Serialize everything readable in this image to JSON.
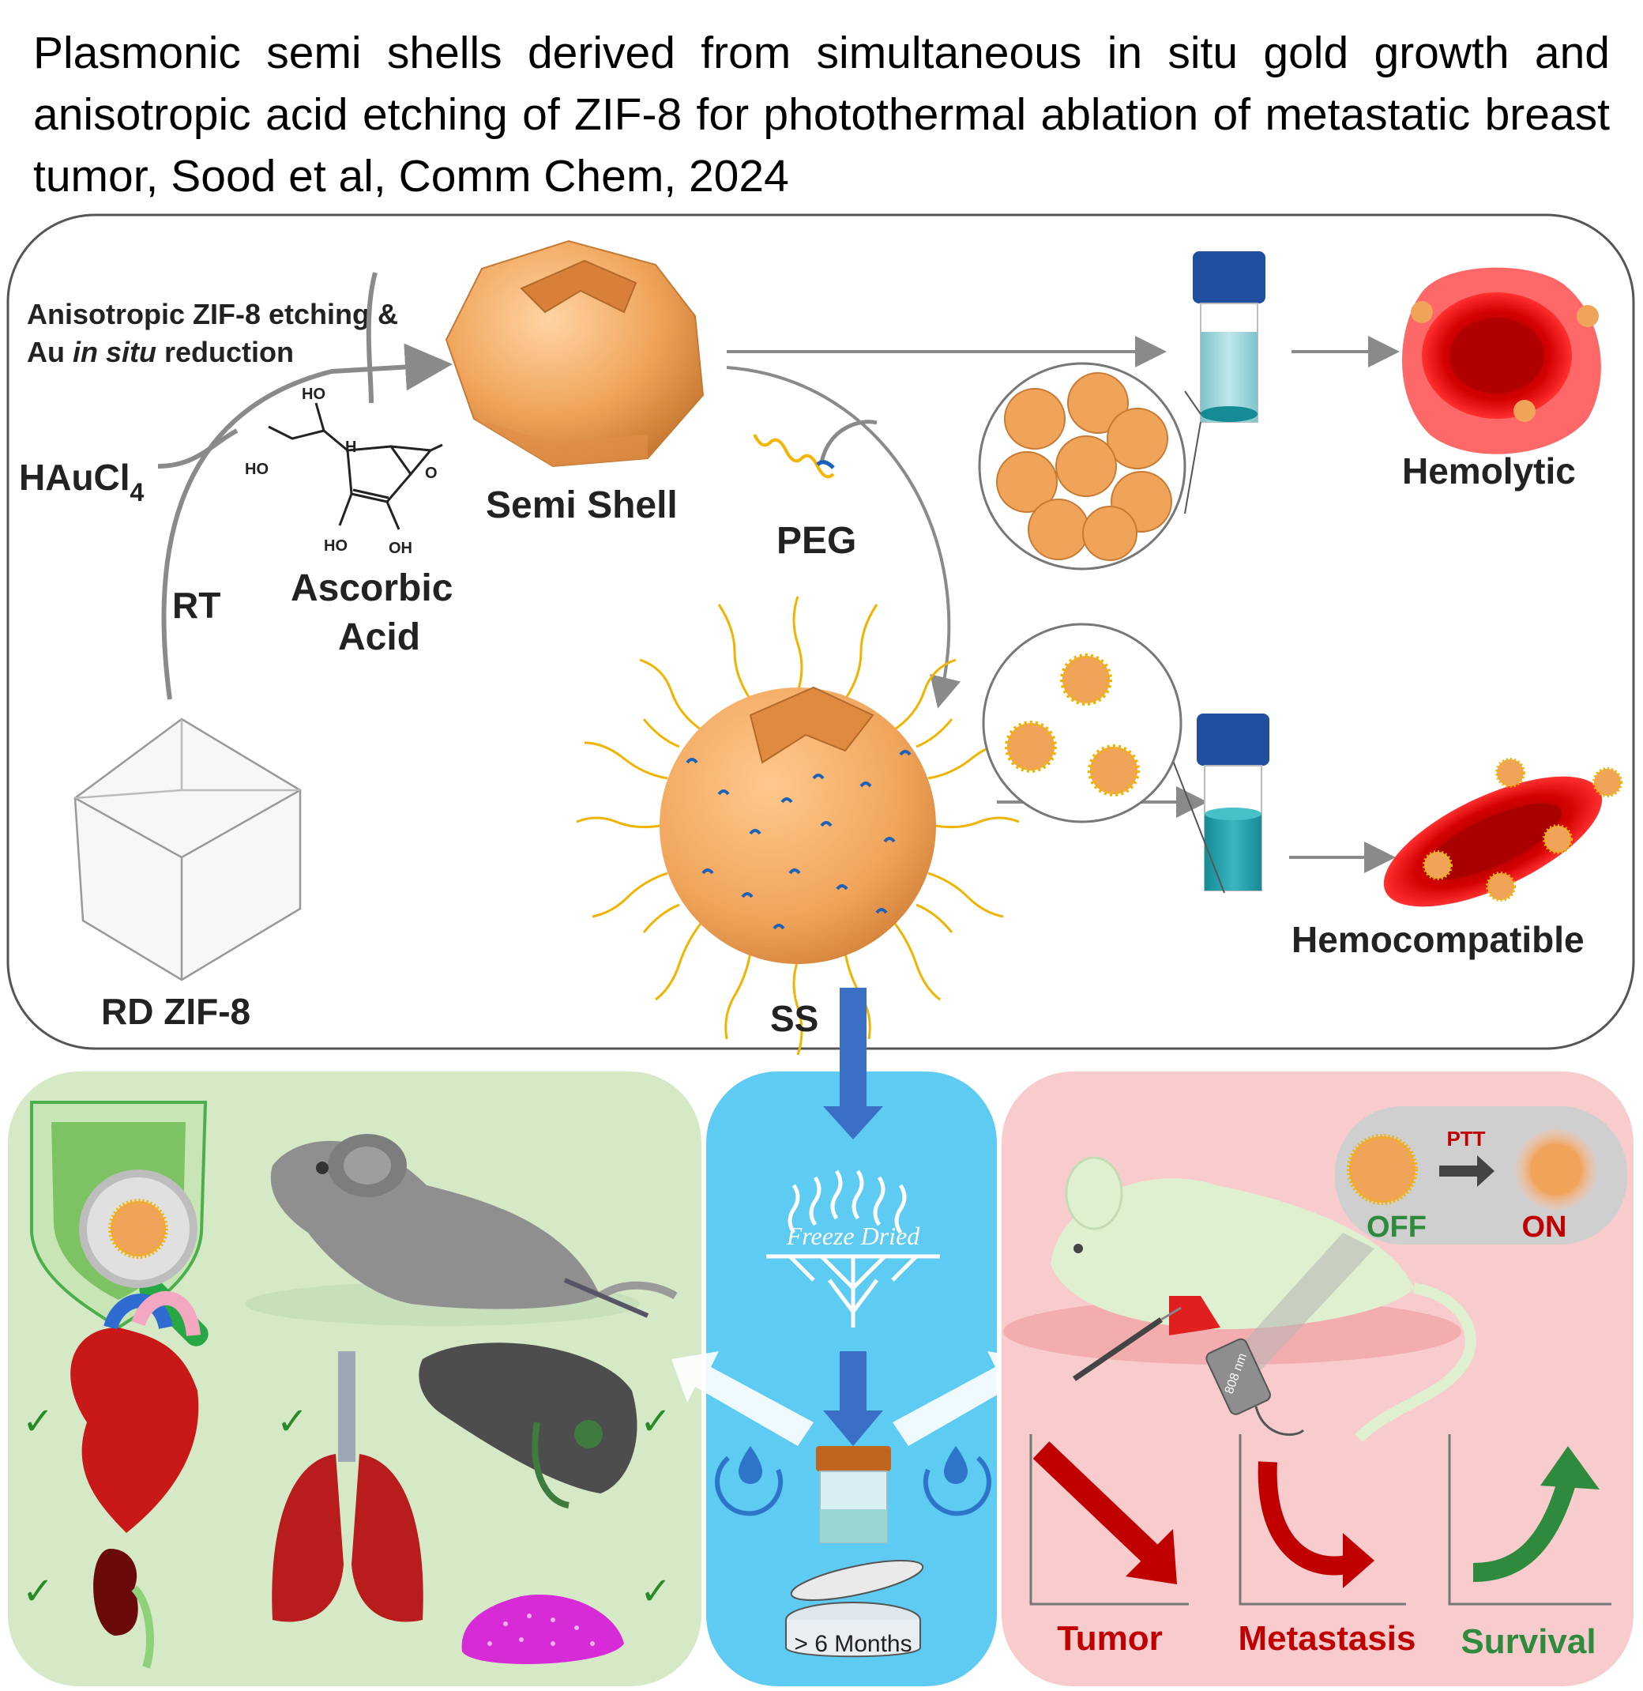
{
  "title": "Plasmonic semi shells derived from simultaneous in situ gold growth and anisotropic acid etching of ZIF-8 for photothermal ablation of metastatic breast tumor, Sood et al, Comm Chem, 2024",
  "synthesis": {
    "step_line1": "Anisotropic ZIF-8 etching &",
    "step_au": "Au ",
    "step_insitu": "in situ",
    "step_reduction": " reduction",
    "reagent_main": "HAuCl",
    "reagent_sub": "4",
    "condition": "RT",
    "acid_line1": "Ascorbic",
    "acid_line2": "Acid",
    "start": "RD ZIF-8",
    "product": "Semi Shell",
    "coating": "PEG",
    "coated": "SS",
    "atoms": {
      "ho_top": "HO",
      "h": "H",
      "ho_left": "HO",
      "o": "O",
      "ho_bottom": "HO",
      "oh": "OH"
    }
  },
  "outcomes": {
    "uncoated": "Hemolytic",
    "coated": "Hemocompatible"
  },
  "storage": {
    "process": "Freeze Dried",
    "duration": "> 6 Months"
  },
  "therapy": {
    "off": "OFF",
    "on": "ON",
    "method": "PTT",
    "laser": "808 nm",
    "tumor": "Tumor",
    "metastasis": "Metastasis",
    "survival": "Survival"
  },
  "colors": {
    "gold": "#f0a45a",
    "green_panel": "#d6e9c6",
    "blue_panel": "#5ecbf2",
    "pink_panel": "#f8cbcc",
    "tumor_red": "#c00000",
    "survival_green": "#2e8b3d"
  }
}
